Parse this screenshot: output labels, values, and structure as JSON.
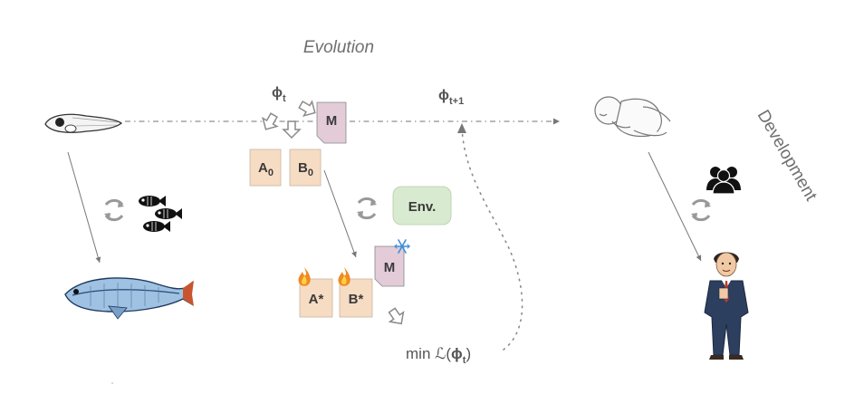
{
  "labels": {
    "evolution": "Evolution",
    "development": "Development",
    "phi_t_sym": "ϕ",
    "phi_t_sub": "t",
    "phi_t1_sym": "ϕ",
    "phi_t1_sub": "t+1",
    "loss_prefix": "min ℒ(",
    "loss_sym": "ϕ",
    "loss_sub": "t",
    "loss_suffix": ")"
  },
  "boxes": {
    "m_top": "M",
    "a0_main": "A",
    "a0_sub": "0",
    "b0_main": "B",
    "b0_sub": "0",
    "env": "Env.",
    "m_bottom": "M",
    "a_star": "A*",
    "b_star": "B*"
  },
  "icons": {
    "larva": "fish-larva-icon",
    "adult_fish": "adult-fish-icon",
    "fish_school": "fish-school-icon",
    "baby": "baby-icon",
    "adult_man": "businessman-icon",
    "people": "people-group-icon",
    "flame": "flame-icon",
    "snowflake": "snowflake-icon",
    "cycle": "cycle-arrows-icon"
  },
  "colors": {
    "box_peach": "#f7dcc4",
    "box_pink": "#e3cbd8",
    "box_green": "#d8ead0",
    "line_gray": "#9a9a9a",
    "text_gray": "#6f6f6f"
  }
}
